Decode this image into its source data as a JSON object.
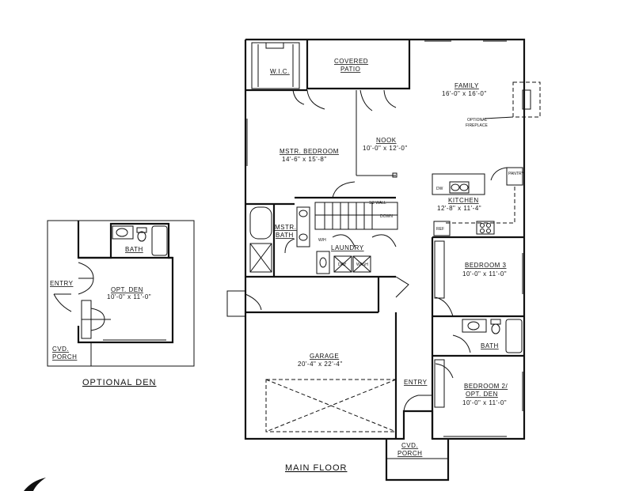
{
  "main_floor": {
    "title": "MAIN FLOOR",
    "rooms": {
      "wic": "W.I.C.",
      "covered_patio_1": "COVERED",
      "covered_patio_2": "PATIO",
      "family_name": "FAMILY",
      "family_size": "16'-0\" x 16'-0\"",
      "fireplace_1": "OPTIONAL",
      "fireplace_2": "FIREPLACE",
      "nook_name": "NOOK",
      "nook_size": "10'-0\" x 12'-0\"",
      "mstr_bedroom_name": "MSTR. BEDROOM",
      "mstr_bedroom_size": "14'-6\" x 15'-8\"",
      "pantry": "PANTRY",
      "dw": "DW",
      "kitchen_name": "KITCHEN",
      "kitchen_size": "12'-8\" x 11'-4\"",
      "ref": "REF",
      "mstr_bath_1": "MSTR.",
      "mstr_bath_2": "BATH",
      "half_wall": "1/2 WALL",
      "down": "DOWN",
      "laundry": "LAUNDRY",
      "wh": "W/H",
      "dryer": "DRY",
      "washer": "WASH",
      "bedroom3_name": "BEDROOM 3",
      "bedroom3_size": "10'-0\" x 11'-0\"",
      "bath": "BATH",
      "garage_name": "GARAGE",
      "garage_size": "20'-4\" x 22'-4\"",
      "entry": "ENTRY",
      "porch_1": "CVD.",
      "porch_2": "PORCH",
      "bedroom2_name": "BEDROOM 2/",
      "bedroom2_alt": "OPT. DEN",
      "bedroom2_size": "10'-0\" x 11'-0\""
    }
  },
  "optional_den": {
    "title": "OPTIONAL DEN",
    "rooms": {
      "bath": "BATH",
      "entry": "ENTRY",
      "den_name": "OPT. DEN",
      "den_size": "10'-0\" x 11'-0\"",
      "porch_1": "CVD.",
      "porch_2": "PORCH"
    }
  }
}
